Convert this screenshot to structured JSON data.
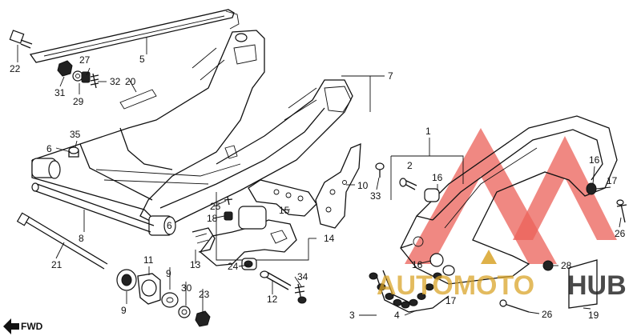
{
  "diagram": {
    "callouts": [
      "1",
      "2",
      "3",
      "4",
      "5",
      "6",
      "6",
      "7",
      "8",
      "9",
      "9",
      "10",
      "11",
      "12",
      "13",
      "14",
      "15",
      "16",
      "16",
      "16",
      "17",
      "17",
      "18",
      "19",
      "20",
      "21",
      "22",
      "23",
      "24",
      "25",
      "26",
      "26",
      "27",
      "28",
      "29",
      "30",
      "31",
      "32",
      "33",
      "34",
      "35"
    ],
    "fwd_label": "FWD"
  },
  "watermark": {
    "text_auto": "AUTOMOTO",
    "text_hub": "HUB",
    "colors": {
      "accent": "#e8453c",
      "gold": "#d9a42a",
      "dark": "#2a2a2a"
    }
  }
}
